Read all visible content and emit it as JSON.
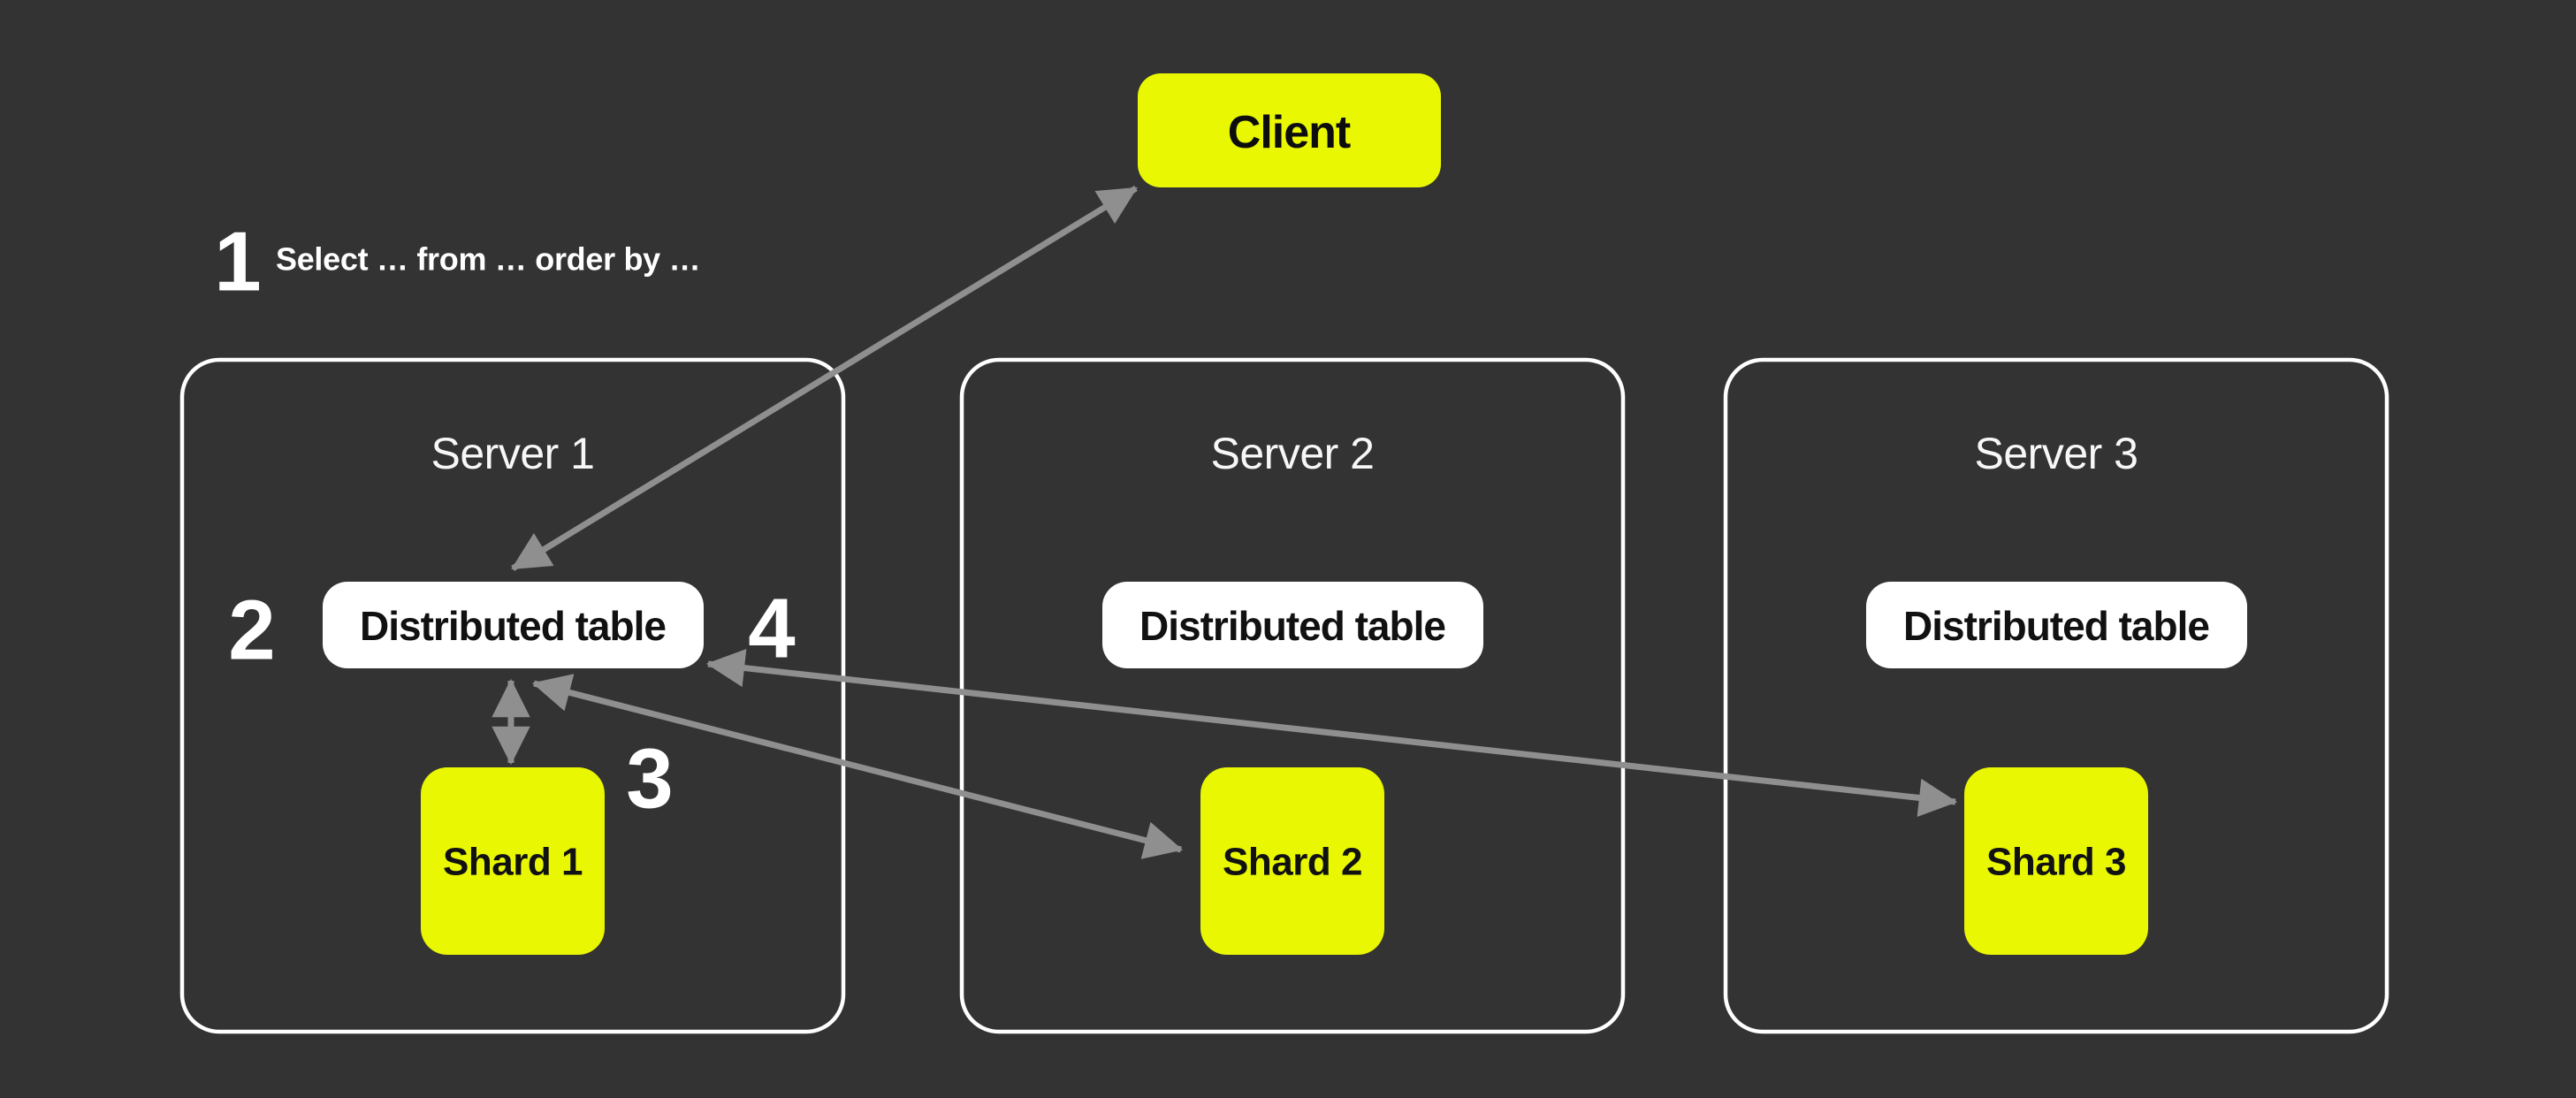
{
  "palette": {
    "background": "#333333",
    "accent_yellow": "#e9f702",
    "node_white": "#ffffff",
    "arrow_gray": "#8f8f8f",
    "text_dark": "#111111",
    "text_light": "#ffffff"
  },
  "client": {
    "label": "Client"
  },
  "step1": {
    "number": "1",
    "query": "Select … from … order by …"
  },
  "steps": {
    "step2": "2",
    "step3": "3",
    "step4": "4"
  },
  "servers": [
    {
      "title": "Server 1",
      "table_label": "Distributed table",
      "shard_label": "Shard 1"
    },
    {
      "title": "Server 2",
      "table_label": "Distributed table",
      "shard_label": "Shard 2"
    },
    {
      "title": "Server 3",
      "table_label": "Distributed table",
      "shard_label": "Shard 3"
    }
  ],
  "connections": [
    {
      "from": "client",
      "to": "server-1-distributed-table",
      "bidirectional": true,
      "step_labels": [
        "1",
        "2"
      ]
    },
    {
      "from": "server-1-distributed-table",
      "to": "server-1-shard",
      "bidirectional": true,
      "step_labels": [
        "3"
      ]
    },
    {
      "from": "server-1-distributed-table",
      "to": "server-2-shard",
      "bidirectional": true,
      "step_labels": [
        "3"
      ]
    },
    {
      "from": "server-1-distributed-table",
      "to": "server-3-shard",
      "bidirectional": true,
      "step_labels": [
        "3",
        "4"
      ]
    }
  ]
}
